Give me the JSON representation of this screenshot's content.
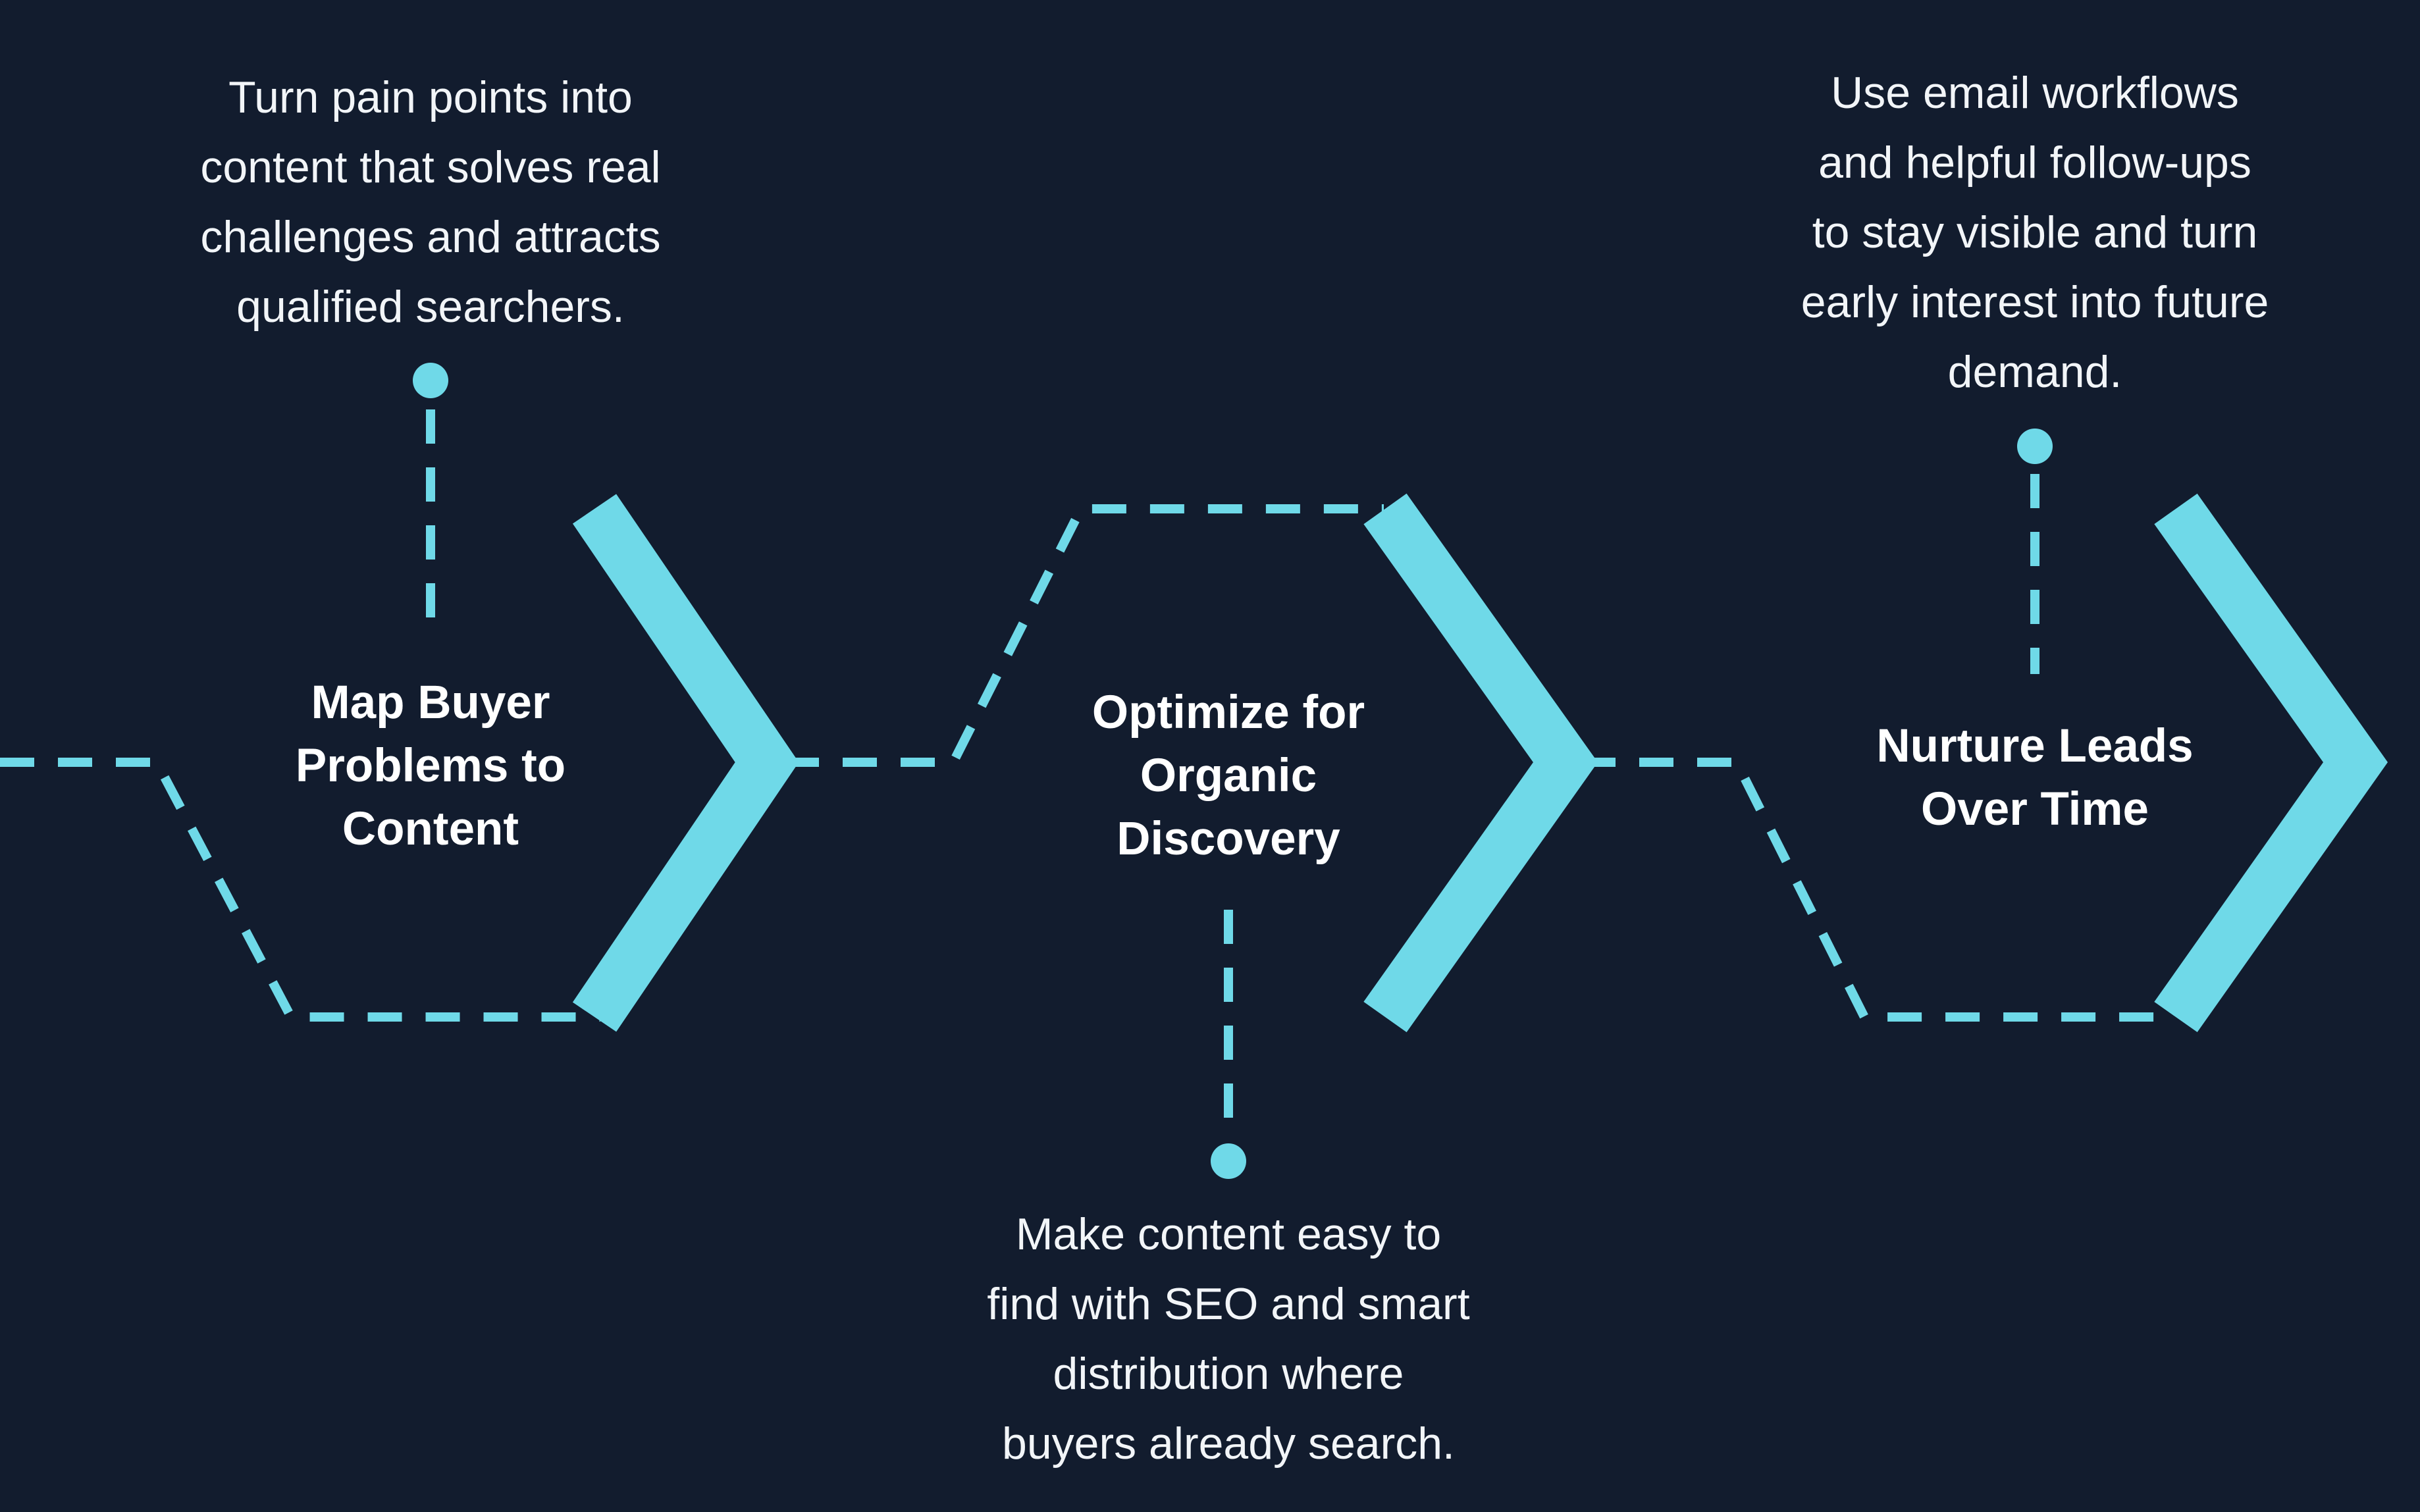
{
  "colors": {
    "background": "#121C2E",
    "accent": "#6FD9E8",
    "title": "#FFFFFF",
    "description": "#F2F5F8"
  },
  "diagram": {
    "type": "process-flow",
    "shape_style": "dashed hexagon chain with solid chevron arrows",
    "step_count": 3
  },
  "steps": [
    {
      "title": "Map Buyer\nProblems to\nContent",
      "description": "Turn pain points into\ncontent that solves real\nchallenges and attracts\nqualified searchers.",
      "annotation_position": "above"
    },
    {
      "title": "Optimize for\nOrganic\nDiscovery",
      "description": "Make content easy to\nfind with SEO and smart\ndistribution where\nbuyers already search.",
      "annotation_position": "below"
    },
    {
      "title": "Nurture Leads\nOver Time",
      "description": "Use email workflows\nand helpful follow-ups\nto stay visible and turn\nearly interest into future\ndemand.",
      "annotation_position": "above"
    }
  ]
}
